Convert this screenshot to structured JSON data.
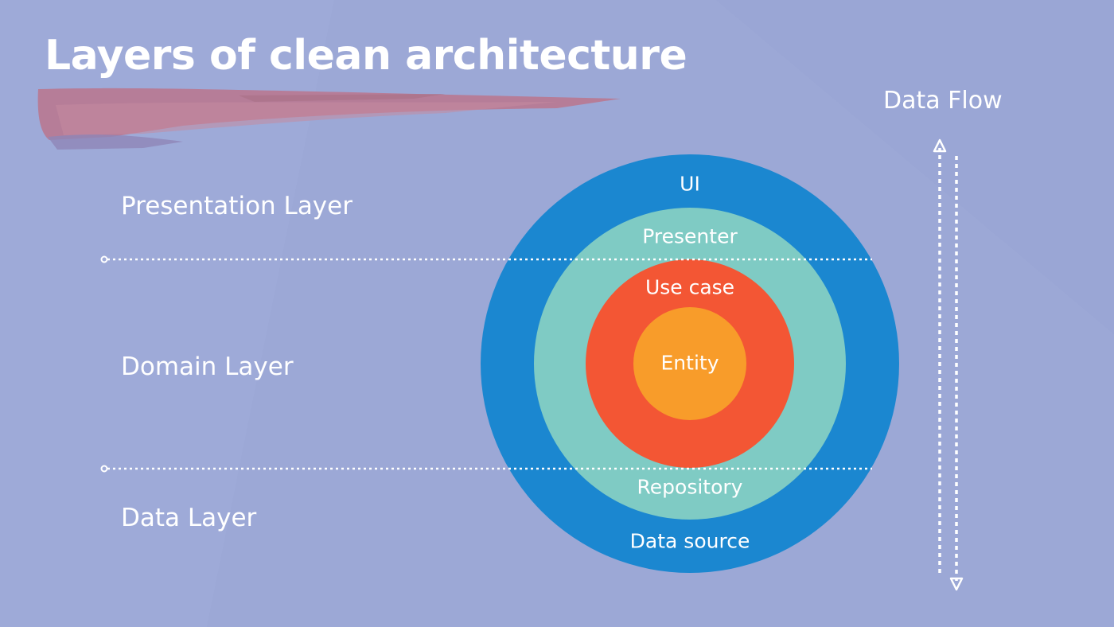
{
  "title": "Layers of clean architecture",
  "flow_label": "Data Flow",
  "layers": {
    "presentation": "Presentation Layer",
    "domain": "Domain Layer",
    "data": "Data Layer"
  },
  "rings": {
    "ui": "UI",
    "presenter": "Presenter",
    "use_case": "Use case",
    "entity": "Entity",
    "repository": "Repository",
    "data_source": "Data source"
  },
  "colors": {
    "background": "#9ca8d6",
    "brush_stroke": "#b97a93",
    "ring_outer": "#1b87d0",
    "ring_second": "#7fcbc4",
    "ring_third": "#f35634",
    "ring_core": "#f89c2a",
    "text": "#ffffff"
  }
}
